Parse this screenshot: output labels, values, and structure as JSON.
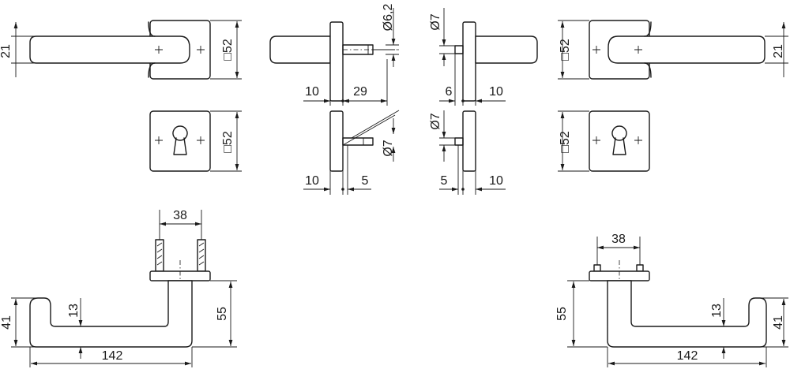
{
  "drawing": {
    "lever_width": "21",
    "rose_square": "□52",
    "escutcheon_square": "□52",
    "spindle_dia": "Ø6,2",
    "spindle_len": "29",
    "rose_offset": "10",
    "screw_dia_top": "Ø7",
    "screw_dia_bottom": "Ø7",
    "screw_dia_left": "Ø7",
    "dim_6": "6",
    "dim_5_left": "5",
    "dim_5_right": "5",
    "dim_10_a": "10",
    "dim_10_b": "10",
    "dim_10_c": "10",
    "dim_10_d": "10",
    "fix_spacing": "38",
    "lever_height": "41",
    "lever_reach": "55",
    "grip_gap": "13",
    "lever_length": "142"
  }
}
